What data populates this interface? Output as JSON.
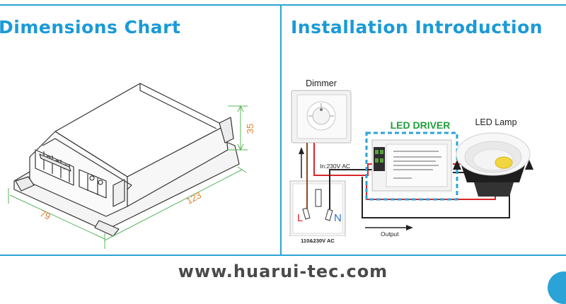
{
  "headings": {
    "left": "Dimensions Chart",
    "right": "Installation Introduction"
  },
  "dimensions": {
    "height": "35",
    "length": "123",
    "width": "79"
  },
  "install": {
    "dimmer": "Dimmer",
    "driver": "LED DRIVER",
    "lamp": "LED Lamp",
    "input": "In:230V AC",
    "output": "Output",
    "supply": "110&230V AC",
    "live": "L",
    "neutral": "N"
  },
  "footer": "www.huarui-tec.com",
  "colors": {
    "accent": "#1a9ad7",
    "dimension_line": "#5ab55a",
    "dimension_text": "#e08030",
    "driver_label": "#1f9e3b",
    "dashed_box": "#2ba3d6",
    "wire_red": "#d8262a",
    "wire_brown": "#8b4a22",
    "wire_black": "#222222"
  },
  "icons": [
    "socket-panel-icon",
    "dimmer-knob-icon",
    "led-driver-icon",
    "led-downlight-icon",
    "arrow-up-icon",
    "arrow-right-icon"
  ]
}
